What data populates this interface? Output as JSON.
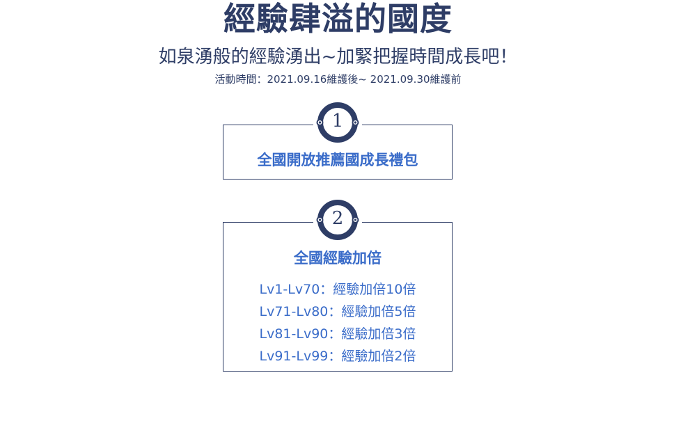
{
  "header": {
    "title": "經驗肆溢的國度",
    "subtitle": "如泉湧般的經驗湧出~加緊把握時間成長吧！",
    "period": "活動時間：2021.09.16維護後~ 2021.09.30維護前"
  },
  "sections": [
    {
      "number": "1",
      "title": "全國開放推薦國成長禮包"
    },
    {
      "number": "2",
      "title": "全國經驗加倍",
      "items": [
        "Lv1-Lv70：經驗加倍10倍",
        "Lv71-Lv80：經驗加倍5倍",
        "Lv81-Lv90：經驗加倍3倍",
        "Lv91-Lv99：經驗加倍2倍"
      ]
    }
  ],
  "colors": {
    "navy": "#2e3d66",
    "blue": "#3a6cc9",
    "background": "#ffffff"
  },
  "icons": {
    "badge": "numbered-ring-icon"
  }
}
